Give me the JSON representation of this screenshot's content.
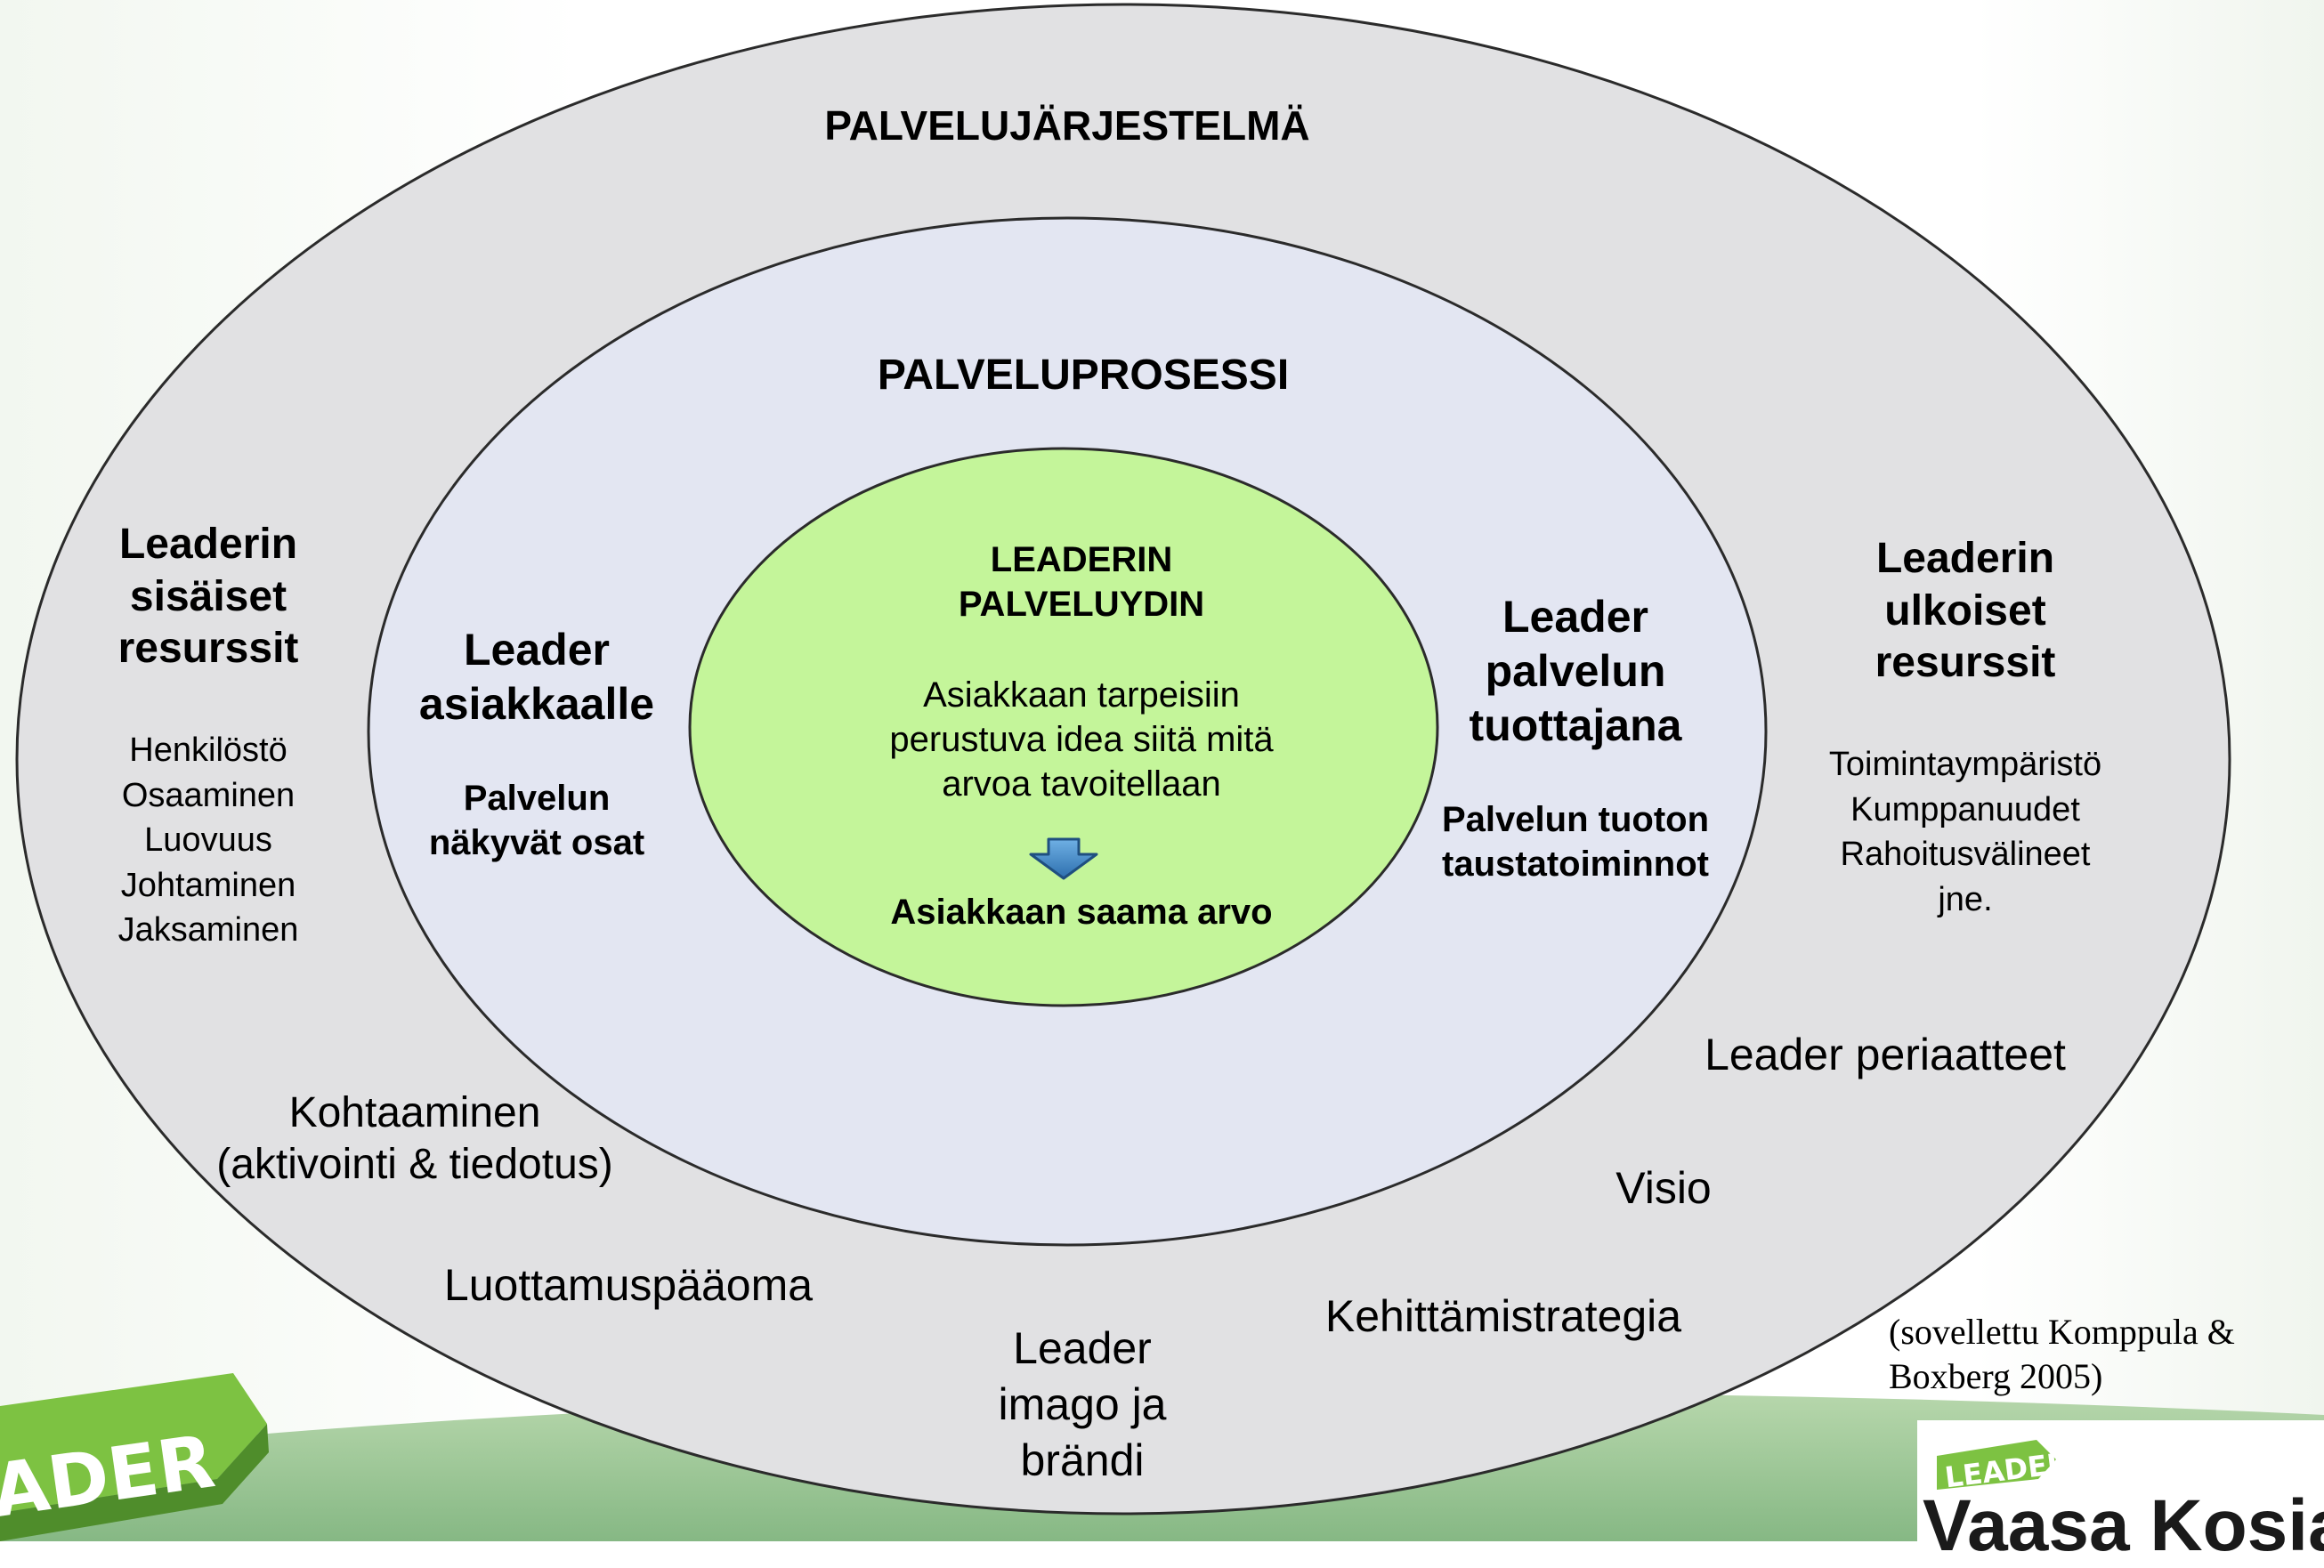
{
  "colors": {
    "outer_ring": "#e1e1e3",
    "middle_ring": "#e3e6f2",
    "core": "#c4f59a",
    "arrow": "#3a86c8",
    "leader_green": "#7dc242",
    "band_green": "#9ec79a"
  },
  "diagram": {
    "outer_title": "PALVELUJÄRJESTELMÄ",
    "middle_title": "PALVELUPROSESSI",
    "core": {
      "title": "LEADERIN\nPALVELUYDIN",
      "description": "Asiakkaan tarpeisiin\nperustuva idea siitä mitä\narvoa tavoitellaan",
      "arrow_icon": "down-arrow",
      "result": "Asiakkaan saama arvo"
    },
    "left_middle": {
      "heading": "Leader\nasiakkaalle",
      "sub": "Palvelun\nnäkyvät osat"
    },
    "right_middle": {
      "heading": "Leader\npalvelun\ntuottajana",
      "sub": "Palvelun tuoton\ntaustatoiminnot"
    },
    "left_outer": {
      "heading": "Leaderin\nsisäiset\nresurssit",
      "items": "Henkilöstö\nOsaaminen\nLuovuus\nJohtaminen\nJaksaminen"
    },
    "right_outer": {
      "heading": "Leaderin\nulkoiset\nresurssit",
      "items": "Toimintaympäristö\nKumppanuudet\nRahoitusvälineet\njne."
    },
    "ring_labels": {
      "kohtaaminen": "Kohtaaminen\n(aktivointi & tiedotus)",
      "luottamus": "Luottamuspääoma",
      "imago": "Leader\nimago ja\nbrändi",
      "kehittamis": "Kehittämistrategia",
      "visio": "Visio",
      "periaatteet": "Leader periaatteet"
    }
  },
  "citation": "(sovellettu Komppula &\nBoxberg 2005)",
  "logos": {
    "left_logo_text": "ADER",
    "right_logo_small": "LEADER",
    "right_brand_text": "Vaasa Kosiala"
  }
}
